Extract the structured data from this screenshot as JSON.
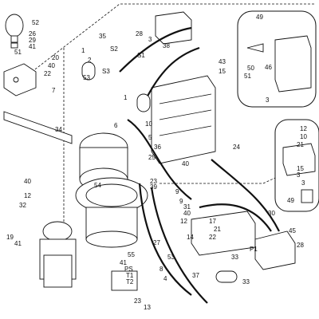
{
  "diagram": {
    "callouts": [
      "52",
      "26",
      "29",
      "41",
      "20",
      "40",
      "22",
      "51",
      "7",
      "35",
      "28",
      "3",
      "38",
      "49",
      "43",
      "15",
      "50",
      "46",
      "51",
      "3",
      "1",
      "2",
      "53",
      "S2",
      "S1",
      "S3",
      "1",
      "34",
      "6",
      "10",
      "5",
      "36",
      "12",
      "10",
      "21",
      "15",
      "3",
      "40",
      "12",
      "9",
      "32",
      "19",
      "41",
      "40",
      "25",
      "24",
      "23",
      "54",
      "9",
      "40",
      "12",
      "39",
      "31",
      "30",
      "45",
      "49",
      "3",
      "17",
      "21",
      "22",
      "27",
      "14",
      "28",
      "53",
      "41",
      "55",
      "8",
      "4",
      "13",
      "37",
      "23",
      "33",
      "33",
      "T1",
      "T2",
      "PS",
      "P1"
    ]
  }
}
